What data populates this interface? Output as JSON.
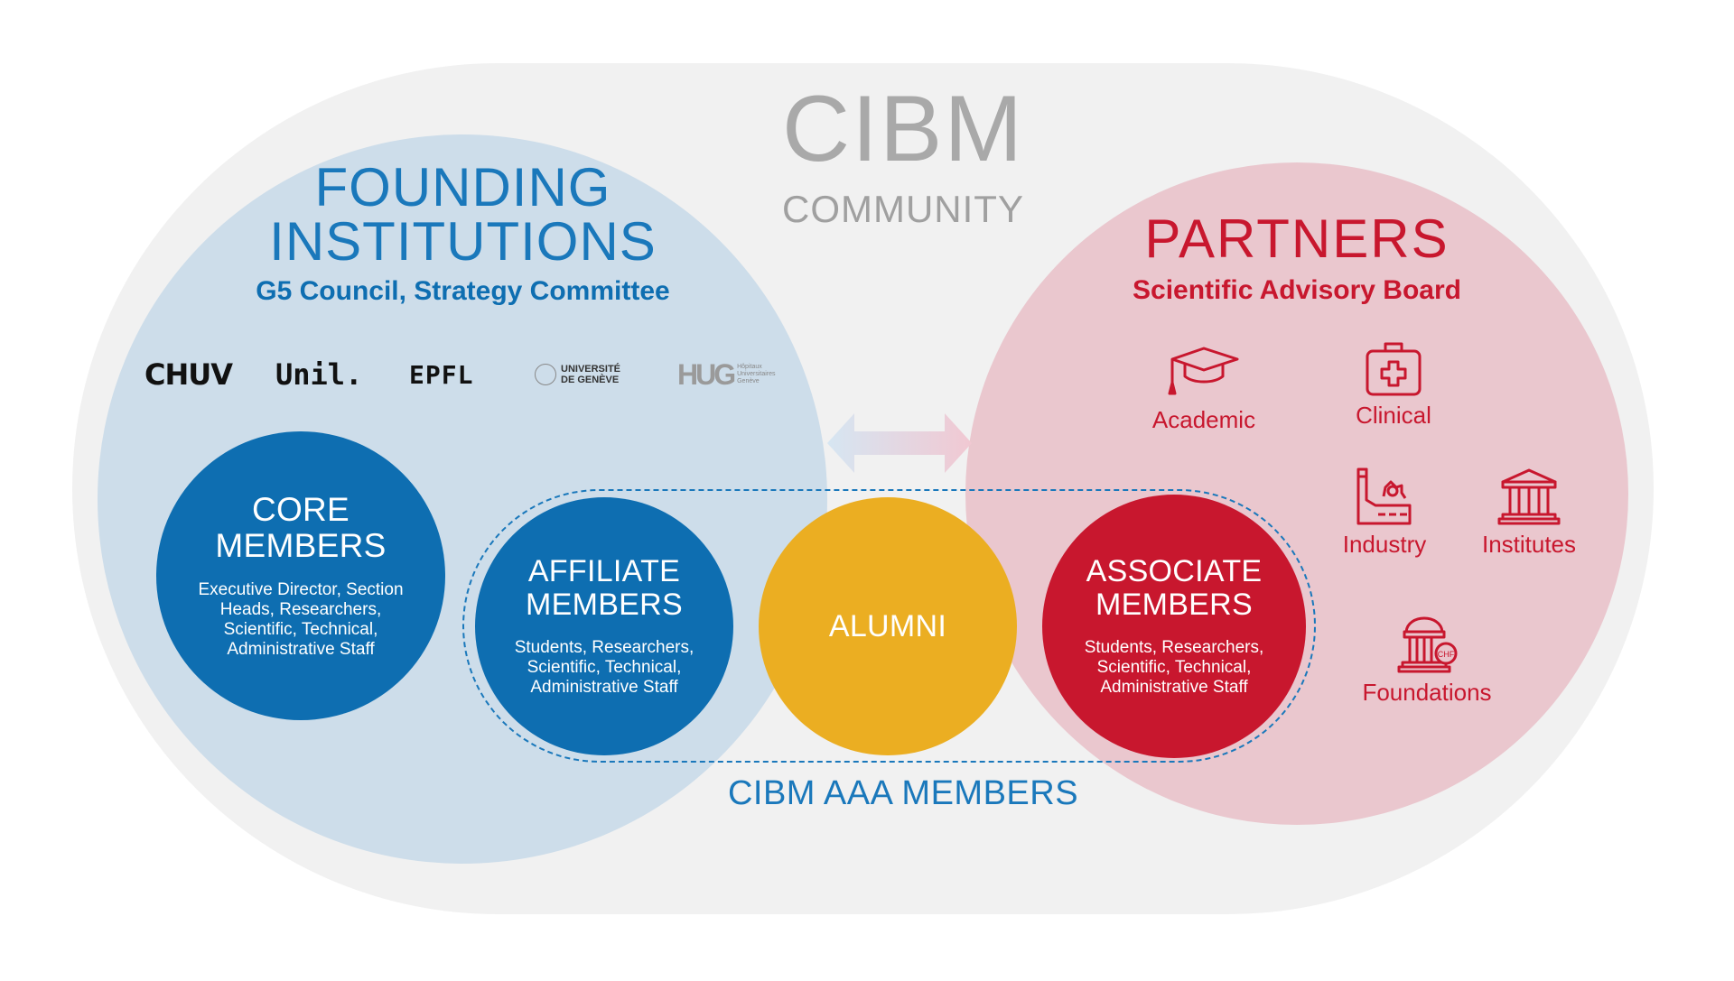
{
  "title": {
    "main": "CIBM",
    "sub": "COMMUNITY"
  },
  "founding": {
    "heading_line1": "FOUNDING",
    "heading_line2": "INSTITUTIONS",
    "subheading": "G5 Council, Strategy Committee",
    "logos": [
      {
        "name": "CHUV",
        "label": "CHUV"
      },
      {
        "name": "Unil",
        "label": "Unil."
      },
      {
        "name": "EPFL",
        "label": "EPFL"
      },
      {
        "name": "UNIGE",
        "label_line1": "UNIVERSITÉ",
        "label_line2": "DE GENÈVE"
      },
      {
        "name": "HUG",
        "label": "HUG",
        "small_line1": "Hôpitaux",
        "small_line2": "Universitaires",
        "small_line3": "Genève"
      }
    ]
  },
  "partners": {
    "heading": "PARTNERS",
    "subheading": "Scientific Advisory Board",
    "items": [
      {
        "label": "Academic",
        "icon": "graduation-cap-icon"
      },
      {
        "label": "Clinical",
        "icon": "medical-kit-icon"
      },
      {
        "label": "Industry",
        "icon": "factory-icon"
      },
      {
        "label": "Institutes",
        "icon": "institution-building-icon"
      },
      {
        "label": "Foundations",
        "icon": "foundation-chf-icon",
        "badge": "CHF"
      }
    ]
  },
  "members": {
    "core": {
      "title_line1": "CORE",
      "title_line2": "MEMBERS",
      "desc_line1": "Executive Director, Section",
      "desc_line2": "Heads, Researchers,",
      "desc_line3": "Scientific, Technical,",
      "desc_line4": "Administrative Staff"
    },
    "affiliate": {
      "title_line1": "AFFILIATE",
      "title_line2": "MEMBERS",
      "desc_line1": "Students, Researchers,",
      "desc_line2": "Scientific, Technical,",
      "desc_line3": "Administrative Staff"
    },
    "alumni": {
      "title": "ALUMNI"
    },
    "associate": {
      "title_line1": "ASSOCIATE",
      "title_line2": "MEMBERS",
      "desc_line1": "Students, Researchers,",
      "desc_line2": "Scientific, Technical,",
      "desc_line3": "Administrative Staff"
    }
  },
  "aaa_label": "CIBM AAA MEMBERS",
  "colors": {
    "blue": "#0e6eb1",
    "light_blue": "#cdddea",
    "red": "#c8172e",
    "pink": "#e9c5cc",
    "yellow": "#ebae22",
    "gray_bg": "#f1f1f1"
  }
}
